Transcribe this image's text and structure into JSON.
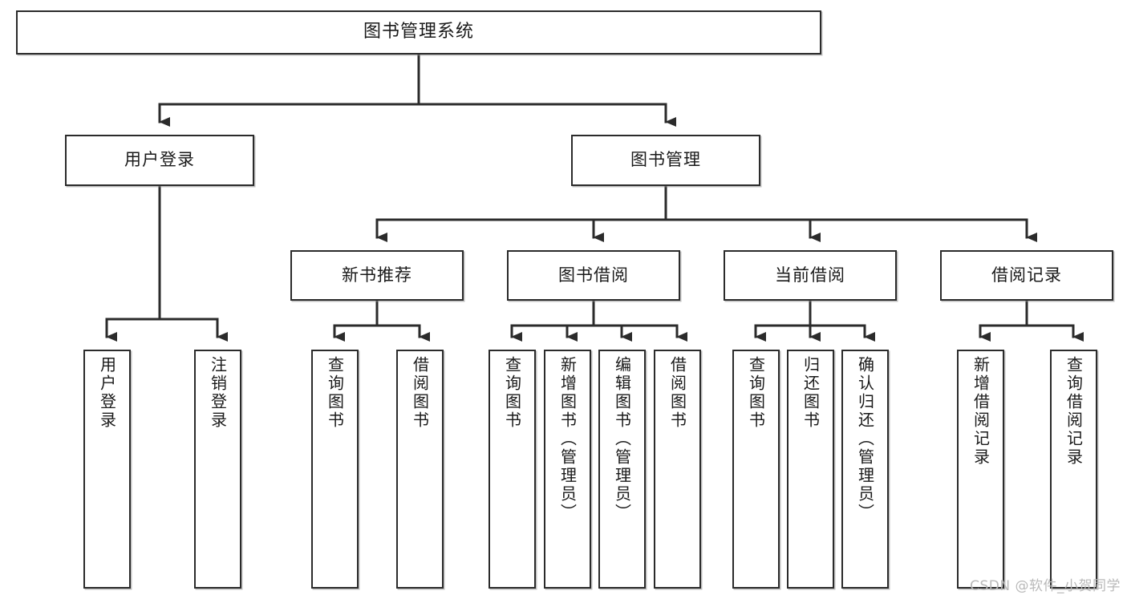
{
  "diagram": {
    "type": "tree-hierarchy",
    "title": "图书管理系统",
    "watermark": "CSDN @软件_小贺同学",
    "colors": {
      "box_border": "#2b2b2b",
      "box_fill": "#ffffff",
      "connector": "#2b2b2b",
      "text": "#1a1a1a",
      "watermark": "#b9b9b9",
      "page_background": "#ffffff"
    },
    "nodes": {
      "root": {
        "label": "图书管理系统"
      },
      "level2": [
        {
          "id": "user-login",
          "label": "用户登录"
        },
        {
          "id": "book-management",
          "label": "图书管理"
        }
      ],
      "level3": [
        {
          "id": "new-book-recommend",
          "label": "新书推荐"
        },
        {
          "id": "book-borrow",
          "label": "图书借阅"
        },
        {
          "id": "current-borrow",
          "label": "当前借阅"
        },
        {
          "id": "borrow-record",
          "label": "借阅记录"
        }
      ],
      "leaves": [
        {
          "id": "leaf-user-login",
          "label": "用户登录",
          "parent": "user-login"
        },
        {
          "id": "leaf-logout-login",
          "label": "注销登录",
          "parent": "user-login"
        },
        {
          "id": "leaf-query-book-1",
          "label": "查询图书",
          "parent": "new-book-recommend"
        },
        {
          "id": "leaf-borrow-book-1",
          "label": "借阅图书",
          "parent": "new-book-recommend"
        },
        {
          "id": "leaf-query-book-2",
          "label": "查询图书",
          "parent": "book-borrow"
        },
        {
          "id": "leaf-add-book-admin",
          "label": "新增图书（管理员）",
          "parent": "book-borrow"
        },
        {
          "id": "leaf-edit-book-admin",
          "label": "编辑图书（管理员）",
          "parent": "book-borrow"
        },
        {
          "id": "leaf-borrow-book-2",
          "label": "借阅图书",
          "parent": "book-borrow"
        },
        {
          "id": "leaf-query-book-3",
          "label": "查询图书",
          "parent": "current-borrow"
        },
        {
          "id": "leaf-return-book",
          "label": "归还图书",
          "parent": "current-borrow"
        },
        {
          "id": "leaf-confirm-return-admin",
          "label": "确认归还（管理员）",
          "parent": "current-borrow"
        },
        {
          "id": "leaf-add-borrow-record",
          "label": "新增借阅记录",
          "parent": "borrow-record"
        },
        {
          "id": "leaf-query-borrow-record",
          "label": "查询借阅记录",
          "parent": "borrow-record"
        }
      ]
    }
  }
}
